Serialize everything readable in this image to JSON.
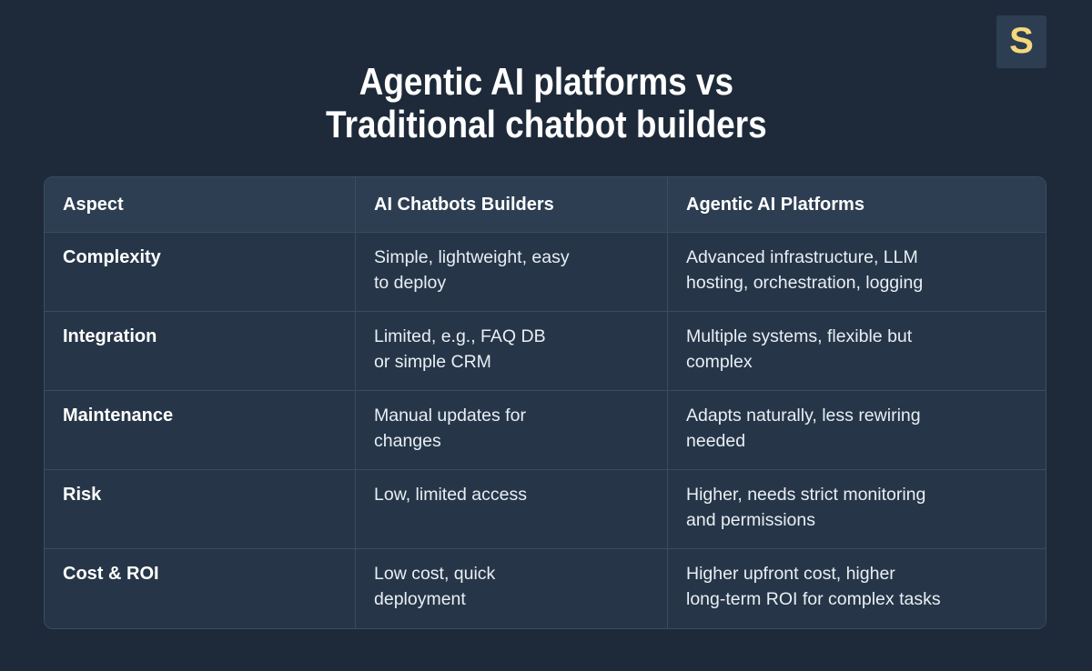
{
  "page": {
    "title": "Agentic AI platforms vs\nTraditional chatbot builders",
    "logo_letter": "S"
  },
  "colors": {
    "background": "#1E2A3A",
    "table_header_bg": "#2D3E52",
    "table_row_bg": "#263648",
    "table_border": "#3C4C5F",
    "title_text": "#FFFFFF",
    "body_text": "#E9EEF4",
    "logo_bg": "#2D3E52",
    "logo_letter": "#F5D87C"
  },
  "table": {
    "headers": [
      "Aspect",
      "AI Chatbots Builders",
      "Agentic AI Platforms"
    ],
    "rows": [
      {
        "aspect": "Complexity",
        "chatbots": "Simple, lightweight, easy\nto deploy",
        "agentic": "Advanced infrastructure, LLM\nhosting, orchestration, logging"
      },
      {
        "aspect": "Integration",
        "chatbots": "Limited, e.g., FAQ DB\nor simple CRM",
        "agentic": "Multiple systems, flexible but\ncomplex"
      },
      {
        "aspect": "Maintenance",
        "chatbots": "Manual updates for\nchanges",
        "agentic": "Adapts naturally, less rewiring\nneeded"
      },
      {
        "aspect": "Risk",
        "chatbots": "Low, limited access",
        "agentic": "Higher, needs strict monitoring\nand permissions"
      },
      {
        "aspect": "Cost & ROI",
        "chatbots": "Low cost, quick\ndeployment",
        "agentic": "Higher upfront cost, higher\nlong-term ROI for complex tasks"
      }
    ]
  }
}
